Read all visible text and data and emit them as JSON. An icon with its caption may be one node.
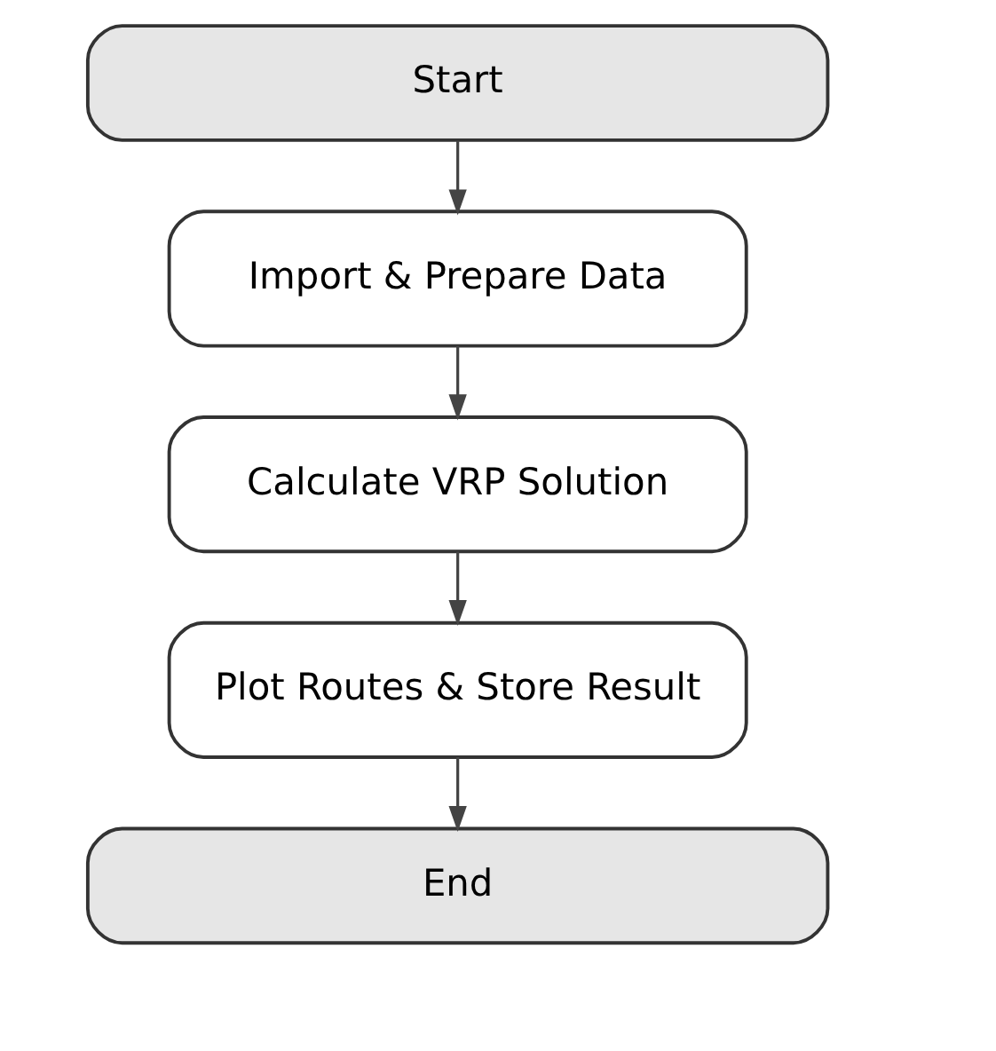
{
  "diagram": {
    "nodes": [
      {
        "text": [
          "Start"
        ]
      },
      {
        "text": [
          "Import & Prepare Data"
        ]
      },
      {
        "text": [
          "Calculate VRP Solution"
        ]
      },
      {
        "text": [
          "Plot Routes & Store Result"
        ]
      },
      {
        "text": [
          "End"
        ]
      }
    ],
    "edges": [
      {
        "from": 0,
        "to": 1,
        "arrow": "to"
      },
      {
        "from": 1,
        "to": 2,
        "arrow": "to"
      },
      {
        "from": 2,
        "to": 3,
        "arrow": "to"
      },
      {
        "from": 3,
        "to": 4,
        "arrow": "to"
      }
    ]
  }
}
